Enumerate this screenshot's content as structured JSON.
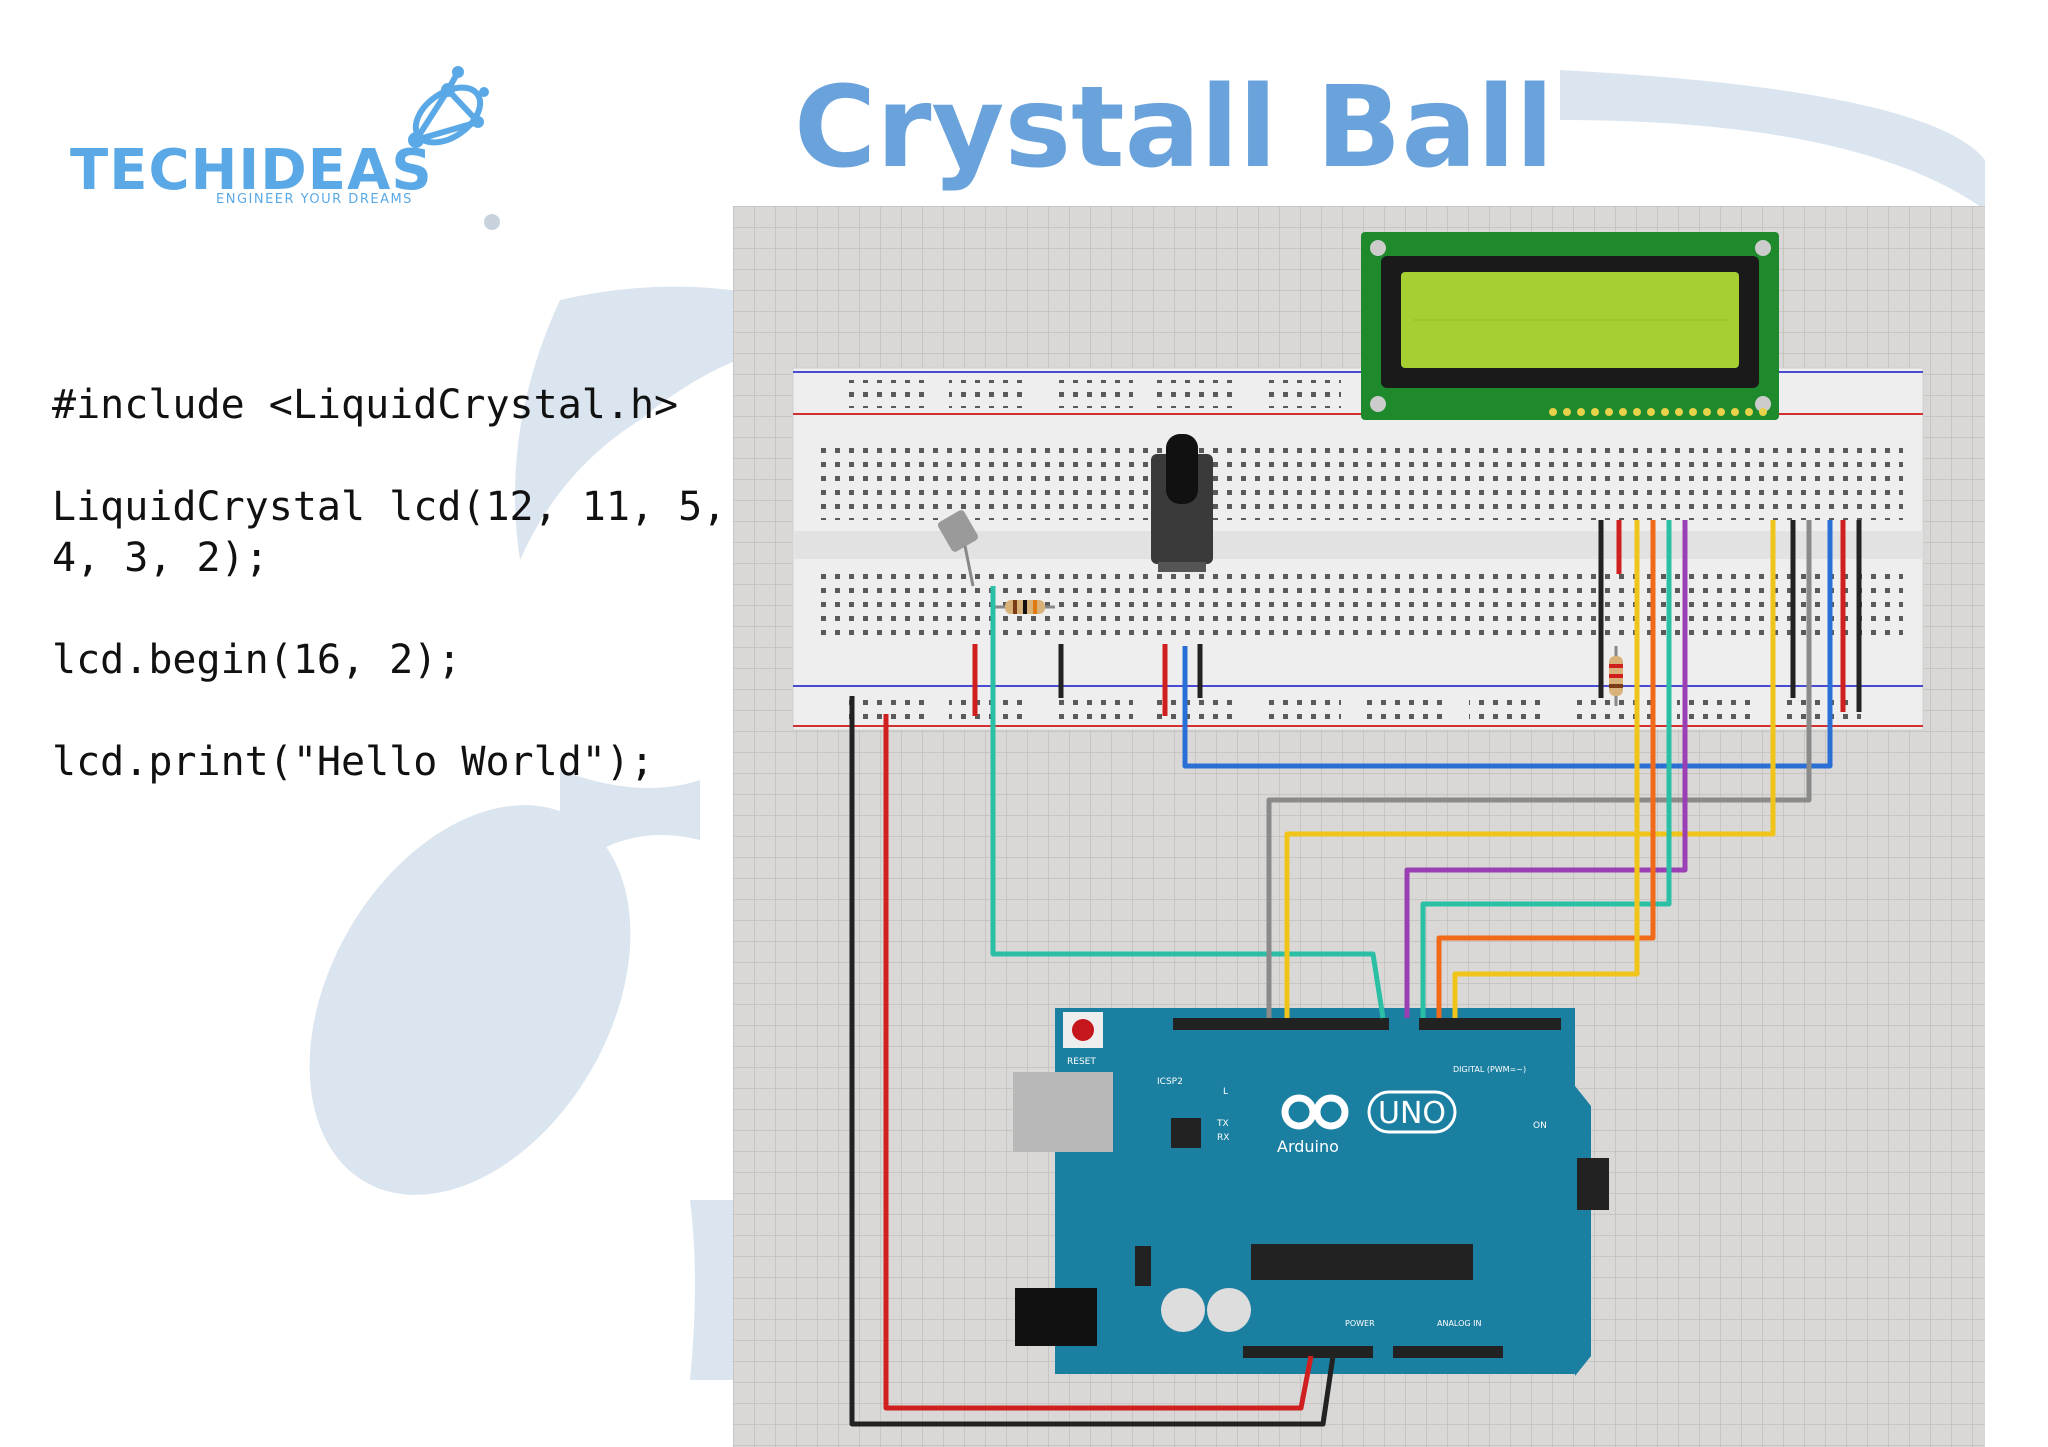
{
  "logo": {
    "wordmark": "TECHIDEAS",
    "tagline": "ENGINEER YOUR DREAMS",
    "mark_icon": "network-atom-icon"
  },
  "title": "Crystall Ball",
  "code": {
    "line1": "#include <LiquidCrystal.h>",
    "line2": "LiquidCrystal lcd(12, 11, 5, 4, 3, 2);",
    "line3": "lcd.begin(16, 2);",
    "line4": "lcd.print(\"Hello World\");"
  },
  "board": {
    "model": "UNO",
    "brand": "Arduino",
    "reset_label": "RESET",
    "icsp_label": "ICSP2",
    "digital_label": "DIGITAL (PWM=~)",
    "power_label": "POWER",
    "analog_label": "ANALOG IN",
    "on_label": "ON",
    "tx_label": "TX",
    "rx_label": "RX",
    "l_label": "L"
  },
  "colors": {
    "title": "#6aa3dc",
    "logo": "#5aa9e6",
    "grid_bg": "#d8d6d4",
    "breadboard": "#eeeeee",
    "lcd_pcb": "#1f8a2c",
    "lcd_screen": "#a6cf32",
    "arduino": "#1a7fa0",
    "wire_red": "#d01f1f",
    "wire_black": "#222222",
    "wire_blue": "#2a6fd6",
    "wire_teal": "#2bbfa6",
    "wire_gray": "#8a8a8a",
    "wire_yellow": "#f0c419",
    "wire_orange": "#f06a1a",
    "wire_purple": "#9b3fb5"
  }
}
